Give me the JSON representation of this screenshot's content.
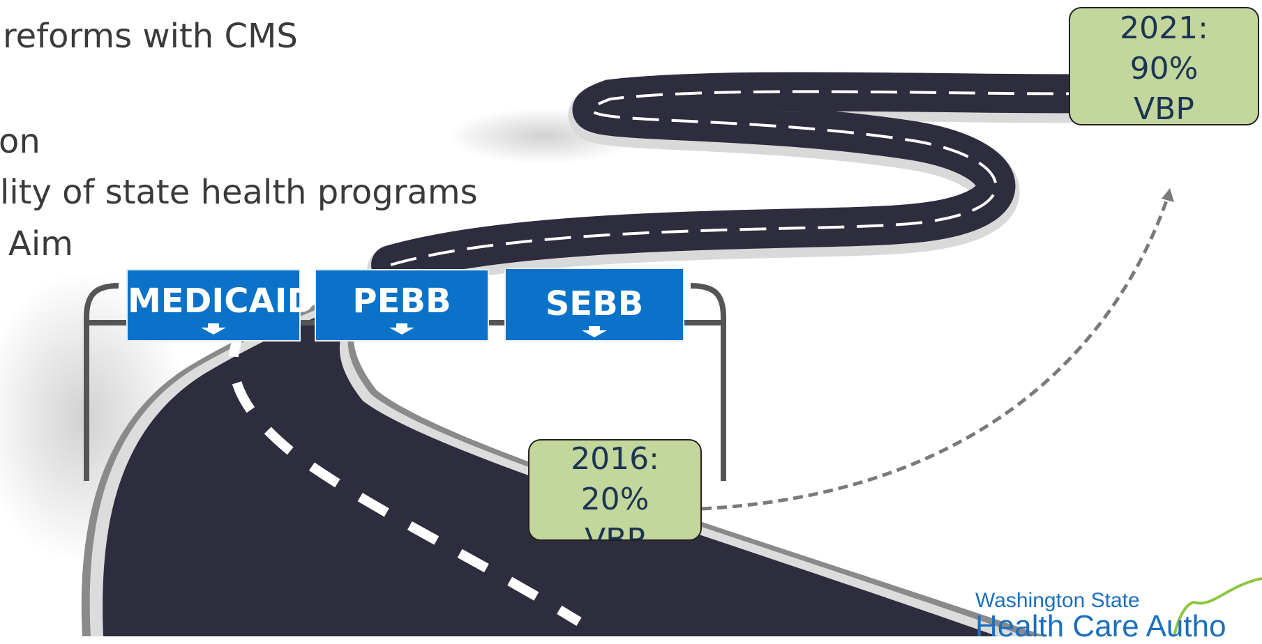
{
  "bullets": [
    "reforms with CMS",
    "on",
    "lity of state health programs",
    "Aim"
  ],
  "signs": [
    "MEDICAID",
    "PEBB",
    "SEBB"
  ],
  "milestones": [
    {
      "year": "2016:",
      "pct": "20%",
      "label": "VBP"
    },
    {
      "year": "2021:",
      "pct": "90%",
      "label": "VBP"
    }
  ],
  "logo": {
    "line1": "Washington State",
    "line2": "Health Care Autho"
  },
  "colors": {
    "road": "#2e2d3d",
    "road_edge": "#d9d9d9",
    "sign_blue": "#0a72c9",
    "milestone_green": "#c3d69b",
    "logo_blue": "#1b6fbf",
    "logo_green": "#8dc63f"
  }
}
